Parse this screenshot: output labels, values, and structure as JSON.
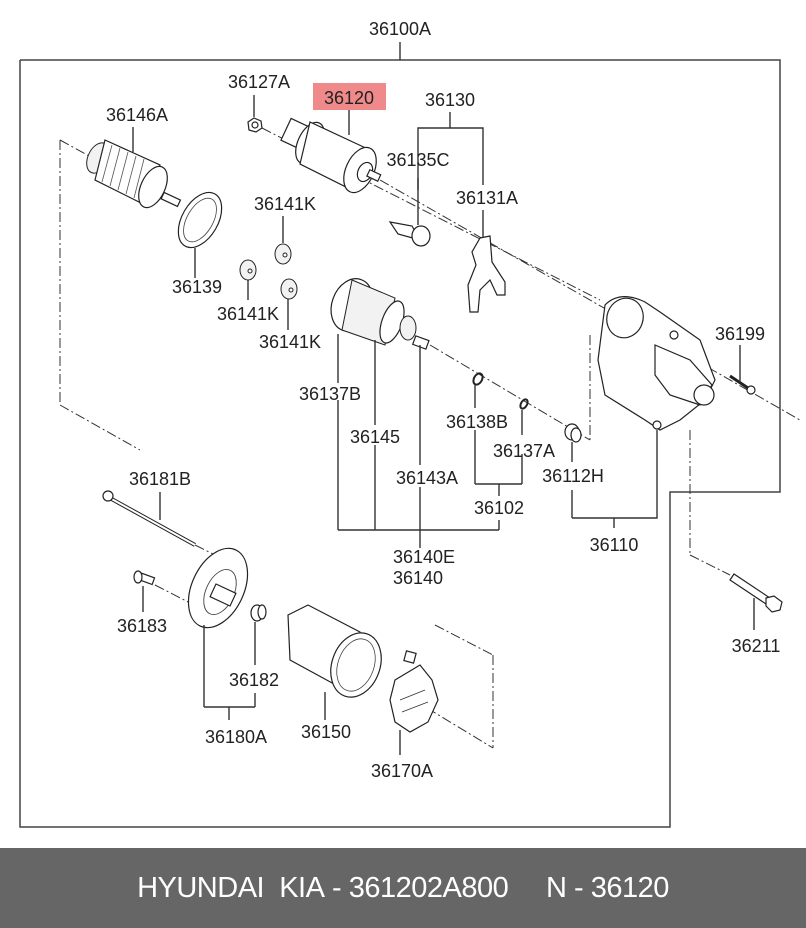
{
  "diagram": {
    "title": "Starter assembly exploded view",
    "assembly_label": "36100A",
    "highlighted_part": {
      "label": "36120",
      "highlight_color": "#f08a8a"
    },
    "part_labels": {
      "p36127A": "36127A",
      "p36130": "36130",
      "p36146A": "36146A",
      "p36135C": "36135C",
      "p36141K_a": "36141K",
      "p36131A": "36131A",
      "p36139": "36139",
      "p36141K_b": "36141K",
      "p36141K_c": "36141K",
      "p36199": "36199",
      "p36137B": "36137B",
      "p36145": "36145",
      "p36138B": "36138B",
      "p36137A": "36137A",
      "p36143A": "36143A",
      "p36112H": "36112H",
      "p36181B": "36181B",
      "p36102": "36102",
      "p36110": "36110",
      "p36140E": "36140E",
      "p36140": "36140",
      "p36183": "36183",
      "p36211": "36211",
      "p36182": "36182",
      "p36180A": "36180A",
      "p36150": "36150",
      "p36170A": "36170A"
    }
  },
  "footer": {
    "brand": "HYUNDAI  KIA",
    "part_number": "361202A800",
    "ref_prefix": "N",
    "ref_number": "36120",
    "separator": " - "
  }
}
